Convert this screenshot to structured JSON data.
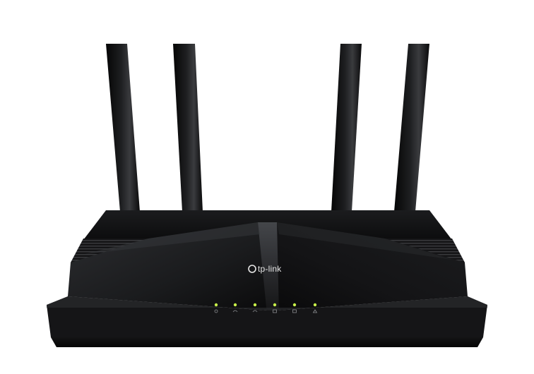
{
  "product": {
    "brand_text": "tp-link",
    "logo_icon": "tp-link-logo-icon",
    "led_count": 6,
    "antenna_count": 4
  },
  "colors": {
    "background": "#ffffff",
    "body_dark": "#0f0f10",
    "body_mid": "#2a2b2d",
    "highlight": "#5a5c60",
    "led": "#c8f04a"
  },
  "leds": [
    {
      "icon": "power-led-icon"
    },
    {
      "icon": "wifi-2g-led-icon"
    },
    {
      "icon": "wifi-5g-led-icon"
    },
    {
      "icon": "internet-led-icon"
    },
    {
      "icon": "lan-led-icon"
    },
    {
      "icon": "wps-led-icon"
    }
  ]
}
